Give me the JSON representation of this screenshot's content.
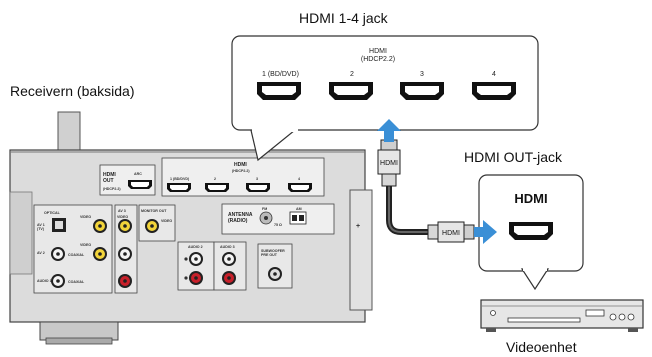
{
  "labels": {
    "hdmi_jack": "HDMI 1-4 jack",
    "receiver": "Receivern (baksida)",
    "hdmi_out": "HDMI OUT-jack",
    "video_device": "Videoenhet"
  },
  "callout_top": {
    "title": "HDMI",
    "subtitle": "(HDCP2.2)",
    "ports": [
      "1 (BD/DVD)",
      "2",
      "3",
      "4"
    ]
  },
  "callout_right": {
    "title": "HDMI"
  },
  "cable": {
    "plug_label_top": "HDMI",
    "plug_label_side": "HDMI"
  },
  "receiver_panel": {
    "hdmi_out_title": "HDMI\nOUT",
    "hdmi_out_sub": "(HDCP2.2)",
    "arc": "ARC",
    "hdmi_title": "HDMI",
    "hdmi_sub": "(HDCP2.2)",
    "port_labels": [
      "1 (BD/DVD)",
      "2",
      "3",
      "4"
    ],
    "optical": "OPTICAL",
    "av1": "AV 1\n(TV)",
    "av2": "AV 2",
    "av3": "AV 3",
    "audio1": "AUDIO 1",
    "video": "VIDEO",
    "coaxial": "COAXIAL",
    "monitor_out": "MONITOR OUT",
    "antenna": "ANTENNA\n(RADIO)",
    "fm": "FM",
    "am": "AM",
    "ohm": "75 Ω",
    "audio2": "AUDIO 2",
    "audio3": "AUDIO 3",
    "subwoofer": "SUBWOOFER\nPRE OUT"
  },
  "colors": {
    "arrow": "#3a8fd6",
    "panel": "#d9d9d9",
    "panel_dark": "#bdbdbd",
    "rca_yellow": "#f2d43a",
    "rca_red": "#c8202a",
    "rca_white": "#f4f4f4"
  }
}
